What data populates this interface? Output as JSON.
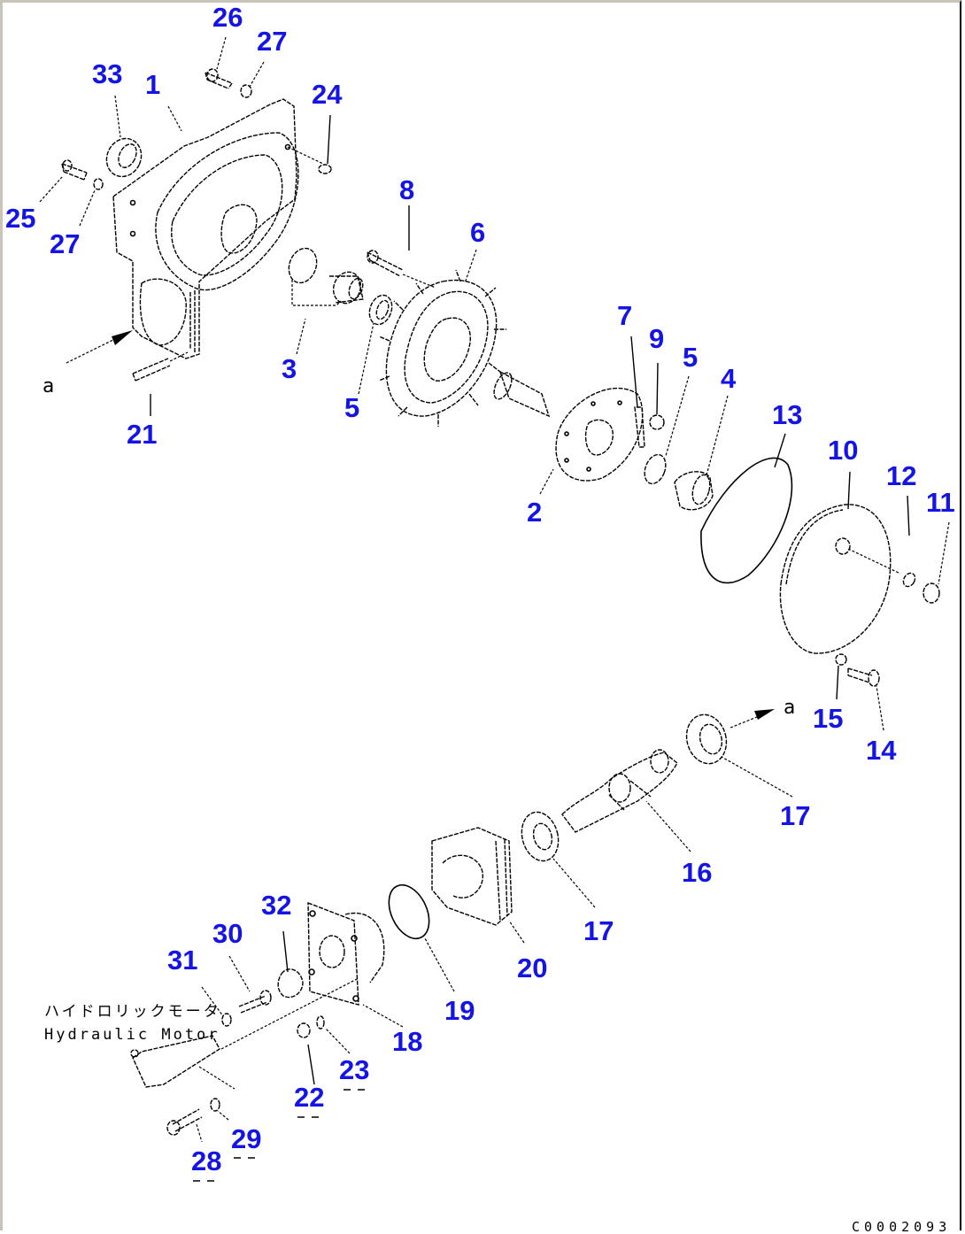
{
  "diagram": {
    "callouts": {
      "c1": "1",
      "c2": "2",
      "c3": "3",
      "c4": "4",
      "c5a": "5",
      "c5b": "5",
      "c6": "6",
      "c7": "7",
      "c8": "8",
      "c9": "9",
      "c10": "10",
      "c11": "11",
      "c12": "12",
      "c13": "13",
      "c14": "14",
      "c15": "15",
      "c16": "16",
      "c17a": "17",
      "c17b": "17",
      "c18": "18",
      "c19": "19",
      "c20": "20",
      "c21": "21",
      "c22": "22",
      "c23": "23",
      "c24": "24",
      "c25": "25",
      "c26": "26",
      "c27a": "27",
      "c27b": "27",
      "c28": "28",
      "c29": "29",
      "c30": "30",
      "c31": "31",
      "c32": "32",
      "c33": "33"
    },
    "reference_mark": "a",
    "reference_mark_2": "a",
    "note_jp": "ハイドロリックモータ",
    "note_en": "Hydraulic Motor",
    "drawing_number": "C0002093",
    "callout_color": "#1414e6"
  }
}
